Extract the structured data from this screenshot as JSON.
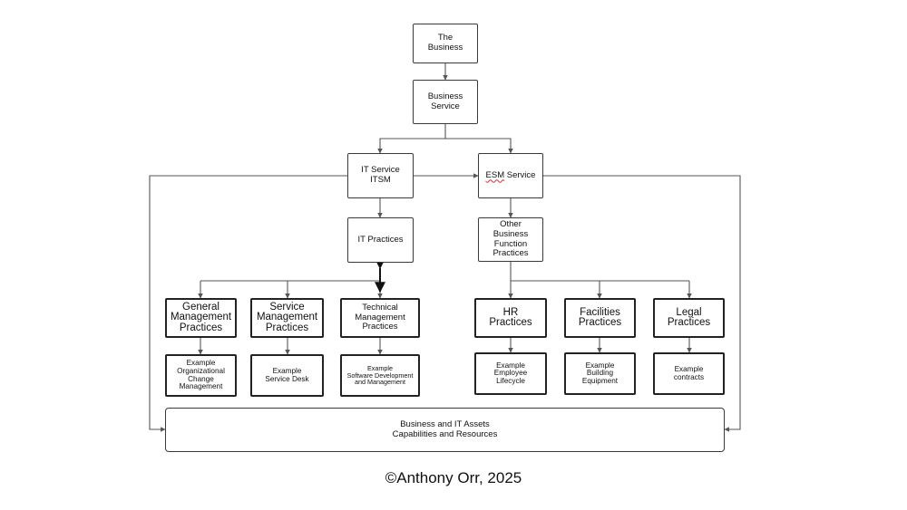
{
  "nodes": {
    "the_business": "The\nBusiness",
    "business_service": "Business\nService",
    "it_service": "IT Service\nITSM",
    "esm_service_word": "ESM",
    "esm_service_rest": " Service",
    "it_practices": "IT Practices",
    "other_practices": "Other\nBusiness\nFunction\nPractices",
    "general_mgmt": "General\nManagement\nPractices",
    "service_mgmt": "Service\nManagement\nPractices",
    "technical_mgmt": "Technical\nManagement\nPractices",
    "hr": "HR\nPractices",
    "facilities": "Facilities\nPractices",
    "legal": "Legal\nPractices",
    "ex_general": "Example\nOrganizational\nChange\nManagement",
    "ex_service": "Example\nService Desk",
    "ex_technical": "Example\nSoftware Development\nand Management",
    "ex_hr": "Example\nEmployee\nLifecycle",
    "ex_facilities": "Example\nBuilding\nEquipment",
    "ex_legal": "Example\ncontracts",
    "assets": "Business and IT Assets\nCapabilities and Resources"
  },
  "copyright": "©Anthony Orr, 2025",
  "colors": {
    "line": "#555555",
    "box_border": "#3a3a3a",
    "spellcheck": "#d0302a"
  }
}
